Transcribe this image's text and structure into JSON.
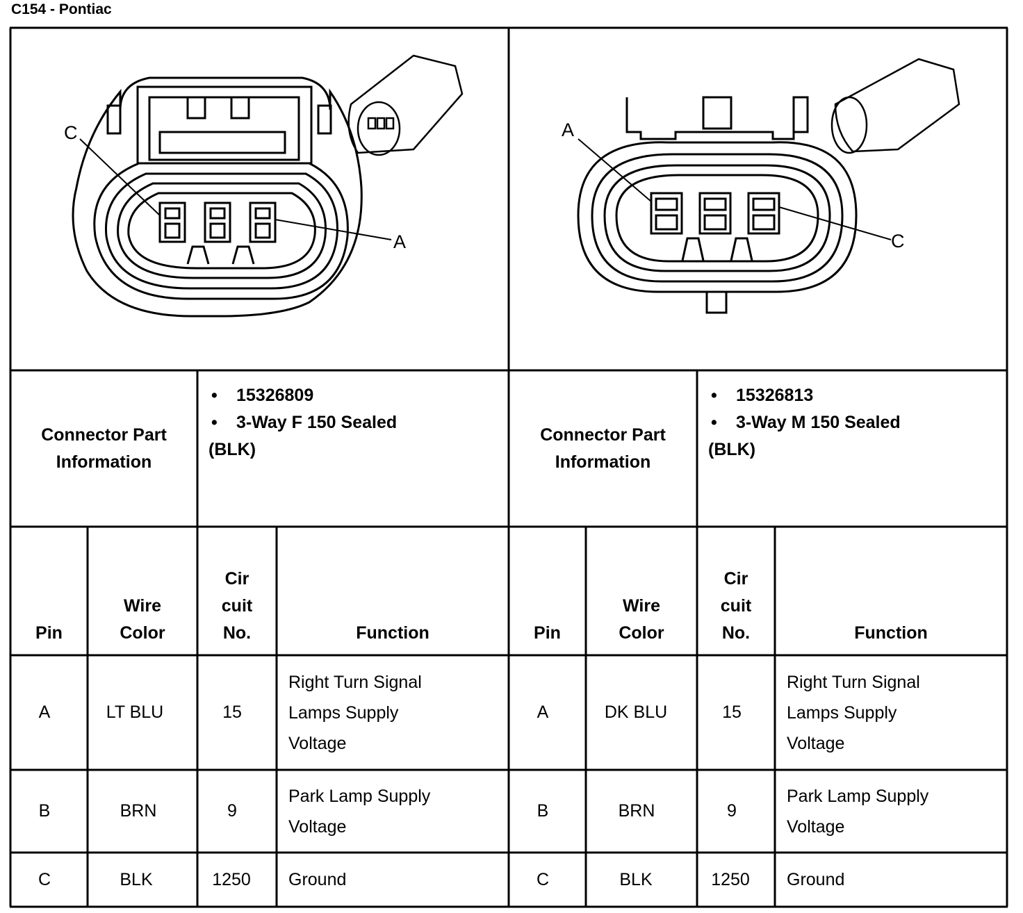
{
  "title": "C154 - Pontiac",
  "left": {
    "diagram": {
      "pin_label_left": "C",
      "pin_label_right": "A"
    },
    "part_info_label_line1": "Connector Part",
    "part_info_label_line2": "Information",
    "part_number": "15326809",
    "part_desc_line1": "3-Way F 150 Sealed",
    "part_desc_line2": "(BLK)",
    "headers": {
      "pin": "Pin",
      "wire1": "Wire",
      "wire2": "Color",
      "cir1": "Cir",
      "cir2": "cuit",
      "cir3": "No.",
      "function": "Function"
    },
    "rows": [
      {
        "pin": "A",
        "color": "LT BLU",
        "circuit": "15",
        "func": [
          "Right Turn Signal",
          "Lamps Supply",
          "Voltage"
        ]
      },
      {
        "pin": "B",
        "color": "BRN",
        "circuit": "9",
        "func": [
          "Park Lamp Supply",
          "Voltage"
        ]
      },
      {
        "pin": "C",
        "color": "BLK",
        "circuit": "1250",
        "func": [
          "Ground"
        ]
      }
    ]
  },
  "right": {
    "diagram": {
      "pin_label_left": "A",
      "pin_label_right": "C"
    },
    "part_info_label_line1": "Connector Part",
    "part_info_label_line2": "Information",
    "part_number": "15326813",
    "part_desc_line1": "3-Way M 150 Sealed",
    "part_desc_line2": "(BLK)",
    "headers": {
      "pin": "Pin",
      "wire1": "Wire",
      "wire2": "Color",
      "cir1": "Cir",
      "cir2": "cuit",
      "cir3": "No.",
      "function": "Function"
    },
    "rows": [
      {
        "pin": "A",
        "color": "DK BLU",
        "circuit": "15",
        "func": [
          "Right Turn Signal",
          "Lamps Supply",
          "Voltage"
        ]
      },
      {
        "pin": "B",
        "color": "BRN",
        "circuit": "9",
        "func": [
          "Park Lamp Supply",
          "Voltage"
        ]
      },
      {
        "pin": "C",
        "color": "BLK",
        "circuit": "1250",
        "func": [
          "Ground"
        ]
      }
    ]
  }
}
